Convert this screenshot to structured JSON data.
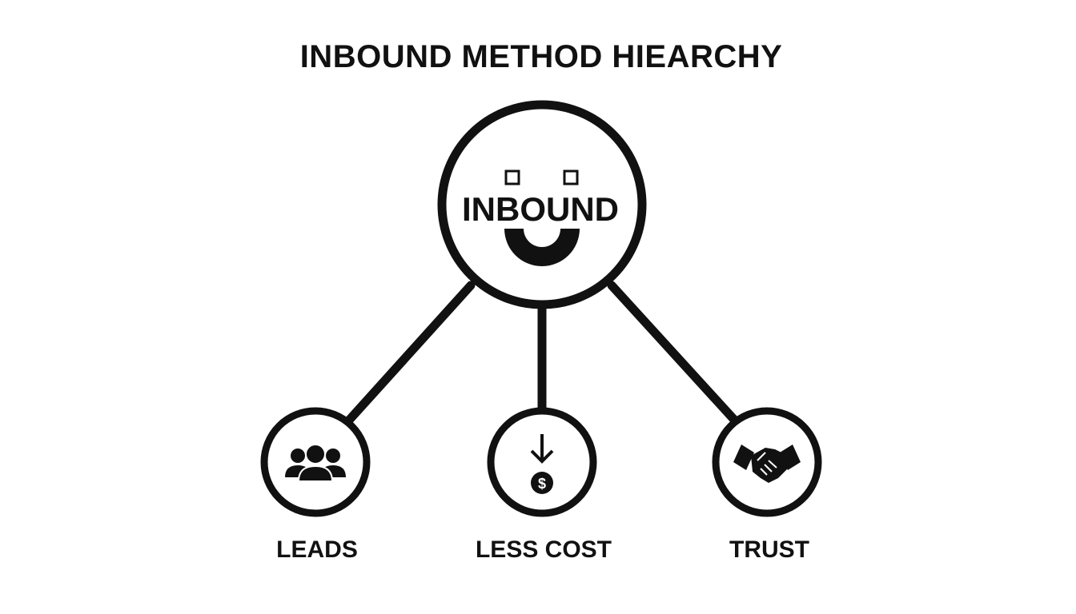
{
  "title": "INBOUND METHOD HIEARCHY",
  "root": {
    "label": "INBOUND",
    "icon": "smiley-face-logo"
  },
  "children": [
    {
      "label": "LEADS",
      "icon": "people-group-icon"
    },
    {
      "label": "LESS COST",
      "icon": "down-arrow-dollar-icon"
    },
    {
      "label": "TRUST",
      "icon": "handshake-icon"
    }
  ],
  "colors": {
    "ink": "#111111",
    "background": "#ffffff"
  }
}
